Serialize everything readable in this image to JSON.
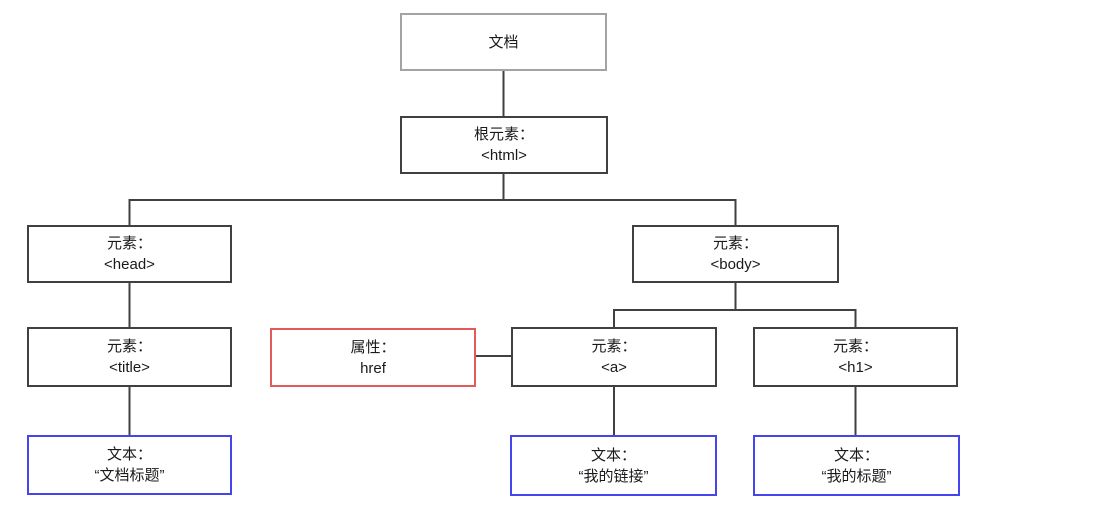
{
  "diagram_title": "DOM tree of an HTML document (Chinese labels)",
  "nodes": {
    "document": {
      "label": "文档",
      "value": ""
    },
    "html": {
      "label": "根元素：",
      "value": "<html>"
    },
    "head": {
      "label": "元素：",
      "value": "<head>"
    },
    "body": {
      "label": "元素：",
      "value": "<body>"
    },
    "title": {
      "label": "元素：",
      "value": "<title>"
    },
    "href": {
      "label": "属性：",
      "value": "href"
    },
    "a": {
      "label": "元素：",
      "value": "<a>"
    },
    "h1": {
      "label": "元素：",
      "value": "<h1>"
    },
    "text_title": {
      "label": "文本：",
      "value": "“文档标题”"
    },
    "text_link": {
      "label": "文本：",
      "value": "“我的链接”"
    },
    "text_h1": {
      "label": "文本：",
      "value": "“我的标题”"
    }
  },
  "colors": {
    "document_border": "#a3a3a3",
    "element_border": "#404040",
    "attribute_border": "#e25a5a",
    "text_border": "#4545ee",
    "connector": "#404040",
    "text": "#1a1a1a"
  }
}
